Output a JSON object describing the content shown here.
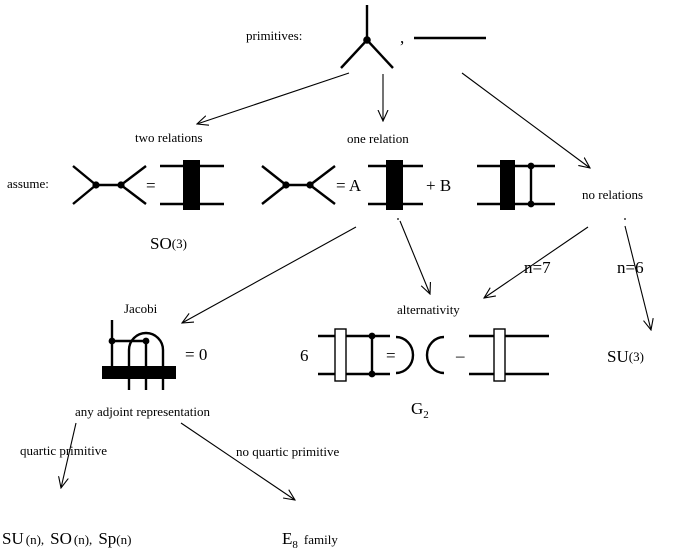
{
  "labels": {
    "primitives": "primitives:",
    "comma": ",",
    "two_relations": "two relations",
    "one_relation": "one relation",
    "no_relations": "no relations",
    "assume": "assume:",
    "eq": "=",
    "coef_a": "= A",
    "coef_b": "+ B",
    "so3_main": "SO",
    "so3_arg": "(3)",
    "n7": "n=7",
    "n6": "n=6",
    "jacobi": "Jacobi",
    "jacobi_eq": "= 0",
    "alternativity": "alternativity",
    "alt_coef": "6",
    "alt_eq": "=",
    "alt_minus": "–",
    "su3_main": "SU",
    "su3_arg": "(3)",
    "g2_main": "G",
    "g2_sub": "2",
    "any_adjoint": "any adjoint representation",
    "quartic": "quartic primitive",
    "no_quartic": "no quartic primitive",
    "classical_su": "SU",
    "classical_su_arg": "(n),",
    "classical_so": "SO",
    "classical_so_arg": "(n),",
    "classical_sp": "Sp",
    "classical_sp_arg": "(n)",
    "e8_main": "E",
    "e8_sub": "8",
    "e8_family": "family"
  }
}
